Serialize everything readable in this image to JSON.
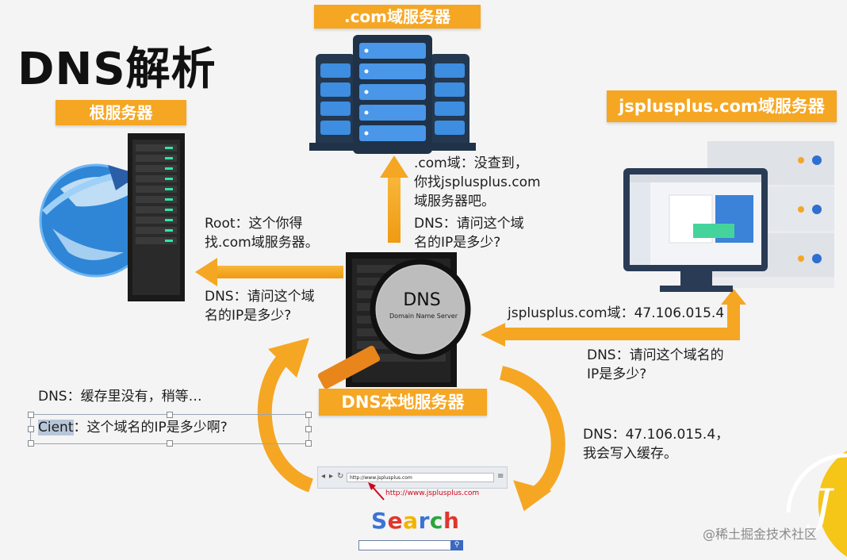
{
  "title": "DNS解析",
  "servers": {
    "com": "com域服务器",
    "root": "根服务器",
    "jsplus": "jsplusplus.com域服务器",
    "local": "DNS本地服务器"
  },
  "messages": {
    "com_reply": [
      ".com域：没查到，",
      "你找jsplusplus.com",
      "域服务器吧。"
    ],
    "dns_to_com": [
      "DNS：请问这个域",
      "名的IP是多少?"
    ],
    "root_reply": [
      "Root：这个你得",
      "找.com域服务器。"
    ],
    "dns_to_root": [
      "DNS：请问这个域",
      "名的IP是多少?"
    ],
    "jsplus_reply": "jsplusplus.com域：47.106.015.4",
    "dns_to_jsplus": [
      "DNS：请问这个域名的",
      "IP是多少?"
    ],
    "dns_cache": "DNS：缓存里没有，稍等…",
    "client_prefix": "Cient",
    "client_rest": "：这个域名的IP是多少啊?",
    "dns_final": [
      "DNS：47.106.015.4，",
      "我会写入缓存。"
    ]
  },
  "dns_lens": {
    "title": "DNS",
    "subtitle": "Domain Name Server"
  },
  "browser": {
    "url": "http://www.jsplusplus.com",
    "annotation": "http://www.jsplusplus.com",
    "search_word": "Search"
  },
  "watermark": "@稀土掘金技术社区",
  "logo_letter": "J",
  "colors": {
    "orange": "#f5a623",
    "server_blue": "#2c3e55",
    "accent_blue": "#2f7fd8"
  }
}
